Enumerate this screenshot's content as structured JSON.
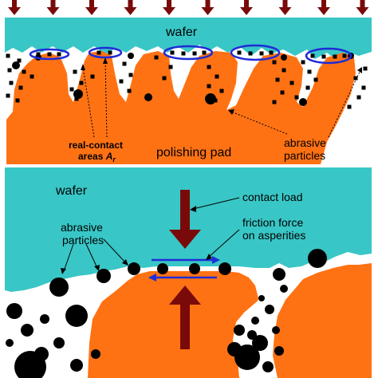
{
  "labels": {
    "top_wafer": "wafer",
    "real_contact_line1": "real-contact",
    "real_contact_line2_prefix": "areas ",
    "real_contact_symbol": "A",
    "real_contact_subscript": "r",
    "polishing_pad": "polishing pad",
    "abrasive_top_line1": "abrasive",
    "abrasive_top_line2": "particles",
    "bottom_wafer": "wafer",
    "contact_load": "contact load",
    "friction_line1": "friction force",
    "friction_line2": "on asperities",
    "abrasive_bottom_line1": "abrasive",
    "abrasive_bottom_line2": "particles"
  },
  "colors": {
    "wafer": "#39c6c6",
    "pad": "#ff7214",
    "pressure_arrow": "#7a0a0a",
    "friction_arrow": "#1e2ed8",
    "contact_ellipse": "#1f2bd6",
    "particle": "#000000",
    "background": "#ffffff"
  }
}
